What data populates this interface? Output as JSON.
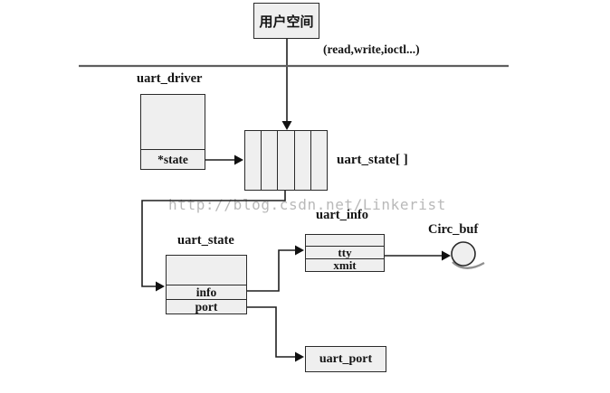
{
  "colors": {
    "box_fill": "#efefef",
    "box_border": "#2a2a2a",
    "connector": "#1f1f1f",
    "separator_line": "#5f5f5f",
    "watermark_text": "#b9b9b9"
  },
  "user_space": {
    "label": "用户空间"
  },
  "syscall_note": "(read,write,ioctl...)",
  "watermark": "http://blog.csdn.net/Linkerist",
  "uart_driver": {
    "title": "uart_driver",
    "state_field": "*state"
  },
  "uart_state_array": {
    "label": "uart_state[ ]",
    "cells": 5
  },
  "uart_state": {
    "title": "uart_state",
    "info_field": "info",
    "port_field": "port"
  },
  "uart_info": {
    "title": "uart_info",
    "tty_field": "tty",
    "xmit_field": "xmit"
  },
  "circ_buf": {
    "label": "Circ_buf"
  },
  "uart_port": {
    "label": "uart_port"
  }
}
